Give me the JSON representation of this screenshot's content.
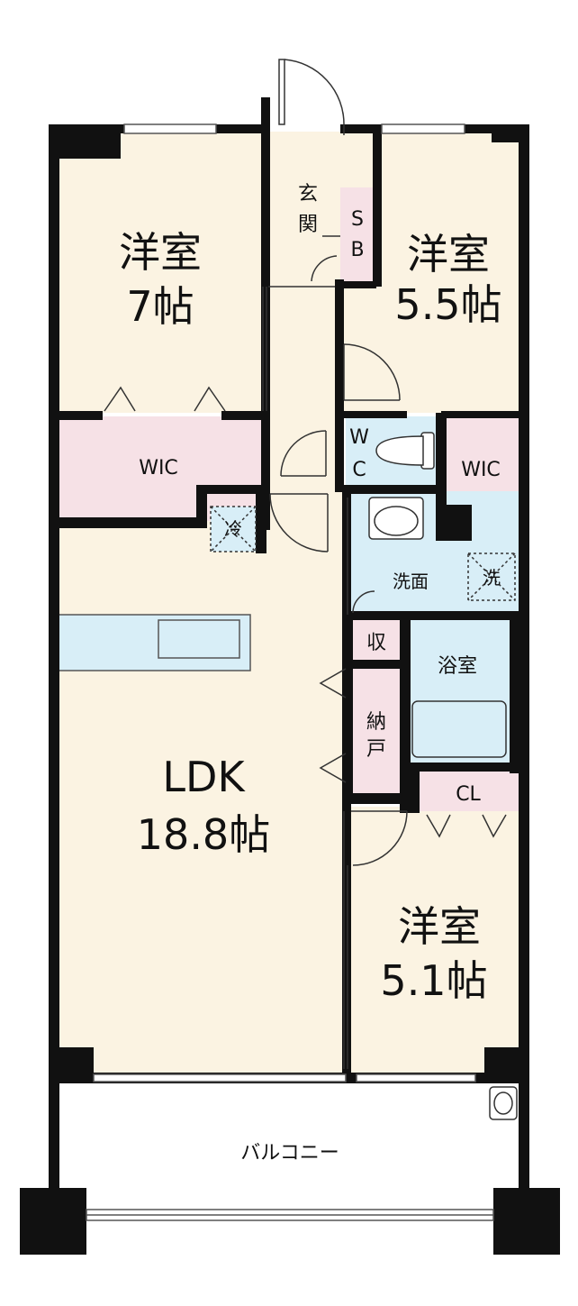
{
  "rooms": {
    "western_7": {
      "name": "洋室",
      "size": "7帖"
    },
    "western_55": {
      "name": "洋室",
      "size": "5.5帖"
    },
    "western_51": {
      "name": "洋室",
      "size": "5.1帖"
    },
    "ldk": {
      "name": "LDK",
      "size": "18.8帖"
    },
    "wic_left": "WIC",
    "wic_right": "WIC",
    "entrance_1": "玄",
    "entrance_2": "関",
    "sb_1": "S",
    "sb_2": "B",
    "wc_1": "W",
    "wc_2": "C",
    "fridge": "冷",
    "washroom": "洗面",
    "washer": "洗",
    "storage": "収",
    "bath": "浴室",
    "closet_1": "納",
    "closet_2": "戸",
    "cl": "CL",
    "balcony": "バルコニー"
  },
  "colors": {
    "room_fill": "#fbf3e2",
    "wic_fill": "#f6e1e6",
    "wet_fill": "#d8eef7",
    "wall": "#111111",
    "balcony_fill": "#ffffff"
  }
}
